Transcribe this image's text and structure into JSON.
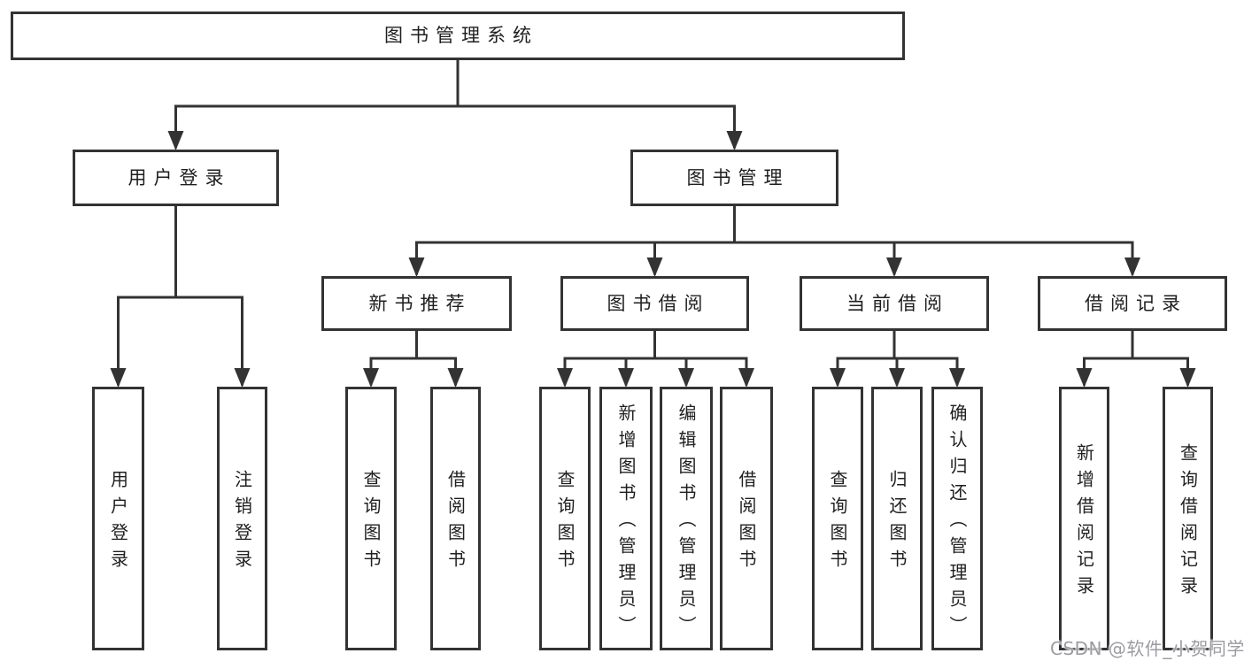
{
  "diagram": {
    "title": "图书管理系统",
    "type": "function-structure-tree",
    "watermark": "CSDN @软件_小贺同学",
    "colors": {
      "line": "#333333",
      "box_border": "#333333",
      "text": "#1f1f1f",
      "background": "#ffffff",
      "watermark": "#9b9ba1"
    },
    "nodes": [
      {
        "id": "root",
        "label": "图书管理系统",
        "parent": null
      },
      {
        "id": "user-login",
        "label": "用户登录",
        "parent": "root"
      },
      {
        "id": "book-mgmt",
        "label": "图书管理",
        "parent": "root"
      },
      {
        "id": "login",
        "label": "用户登录",
        "parent": "user-login"
      },
      {
        "id": "logout",
        "label": "注销登录",
        "parent": "user-login"
      },
      {
        "id": "new-book",
        "label": "新书推荐",
        "parent": "book-mgmt"
      },
      {
        "id": "book-borrow",
        "label": "图书借阅",
        "parent": "book-mgmt"
      },
      {
        "id": "current-borrow",
        "label": "当前借阅",
        "parent": "book-mgmt"
      },
      {
        "id": "borrow-record",
        "label": "借阅记录",
        "parent": "book-mgmt"
      },
      {
        "id": "nb-query-book",
        "label": "查询图书",
        "parent": "new-book"
      },
      {
        "id": "nb-borrow-book",
        "label": "借阅图书",
        "parent": "new-book"
      },
      {
        "id": "bb-query-book",
        "label": "查询图书",
        "parent": "book-borrow"
      },
      {
        "id": "bb-add-book",
        "label": "新增图书（管理员）",
        "parent": "book-borrow"
      },
      {
        "id": "bb-edit-book",
        "label": "编辑图书（管理员）",
        "parent": "book-borrow"
      },
      {
        "id": "bb-borrow-book",
        "label": "借阅图书",
        "parent": "book-borrow"
      },
      {
        "id": "cb-query-book",
        "label": "查询图书",
        "parent": "current-borrow"
      },
      {
        "id": "cb-return-book",
        "label": "归还图书",
        "parent": "current-borrow"
      },
      {
        "id": "cb-confirm-return",
        "label": "确认归还（管理员）",
        "parent": "current-borrow"
      },
      {
        "id": "br-add-record",
        "label": "新增借阅记录",
        "parent": "borrow-record"
      },
      {
        "id": "br-query-record",
        "label": "查询借阅记录",
        "parent": "borrow-record"
      }
    ]
  }
}
